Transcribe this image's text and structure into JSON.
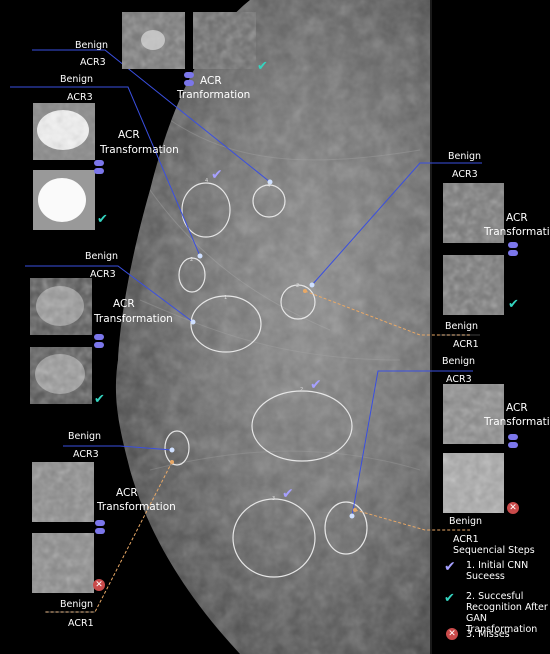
{
  "labels": {
    "benign": "Benign",
    "acr3": "ACR3",
    "acr1": "ACR1",
    "acr": "ACR",
    "tranformation": "Tranformation",
    "transformation": "Transformation"
  },
  "region_numbers": [
    "4",
    "4",
    "2",
    "2",
    "1",
    "2",
    "3"
  ],
  "legend": {
    "title": "Sequencial Steps",
    "item1_line1": "1. Initial CNN",
    "item1_line2": "Suceess",
    "item2_line1": "2. Succesful",
    "item2_line2": "Recognition After",
    "item2_line3": "GAN Transformation",
    "item3": "3. Misses"
  },
  "icons": {
    "check_success": "check-teal-icon",
    "check_initial": "check-purple-icon",
    "miss": "x-circle-icon",
    "transform": "stacked-discs-icon"
  },
  "colors": {
    "line": "#3a4fe0",
    "dashed": "#e8a866",
    "check_teal": "#34d4c0",
    "check_purple": "#a6a0ff",
    "miss": "#c94a4a",
    "disc": "#7b76ea"
  }
}
